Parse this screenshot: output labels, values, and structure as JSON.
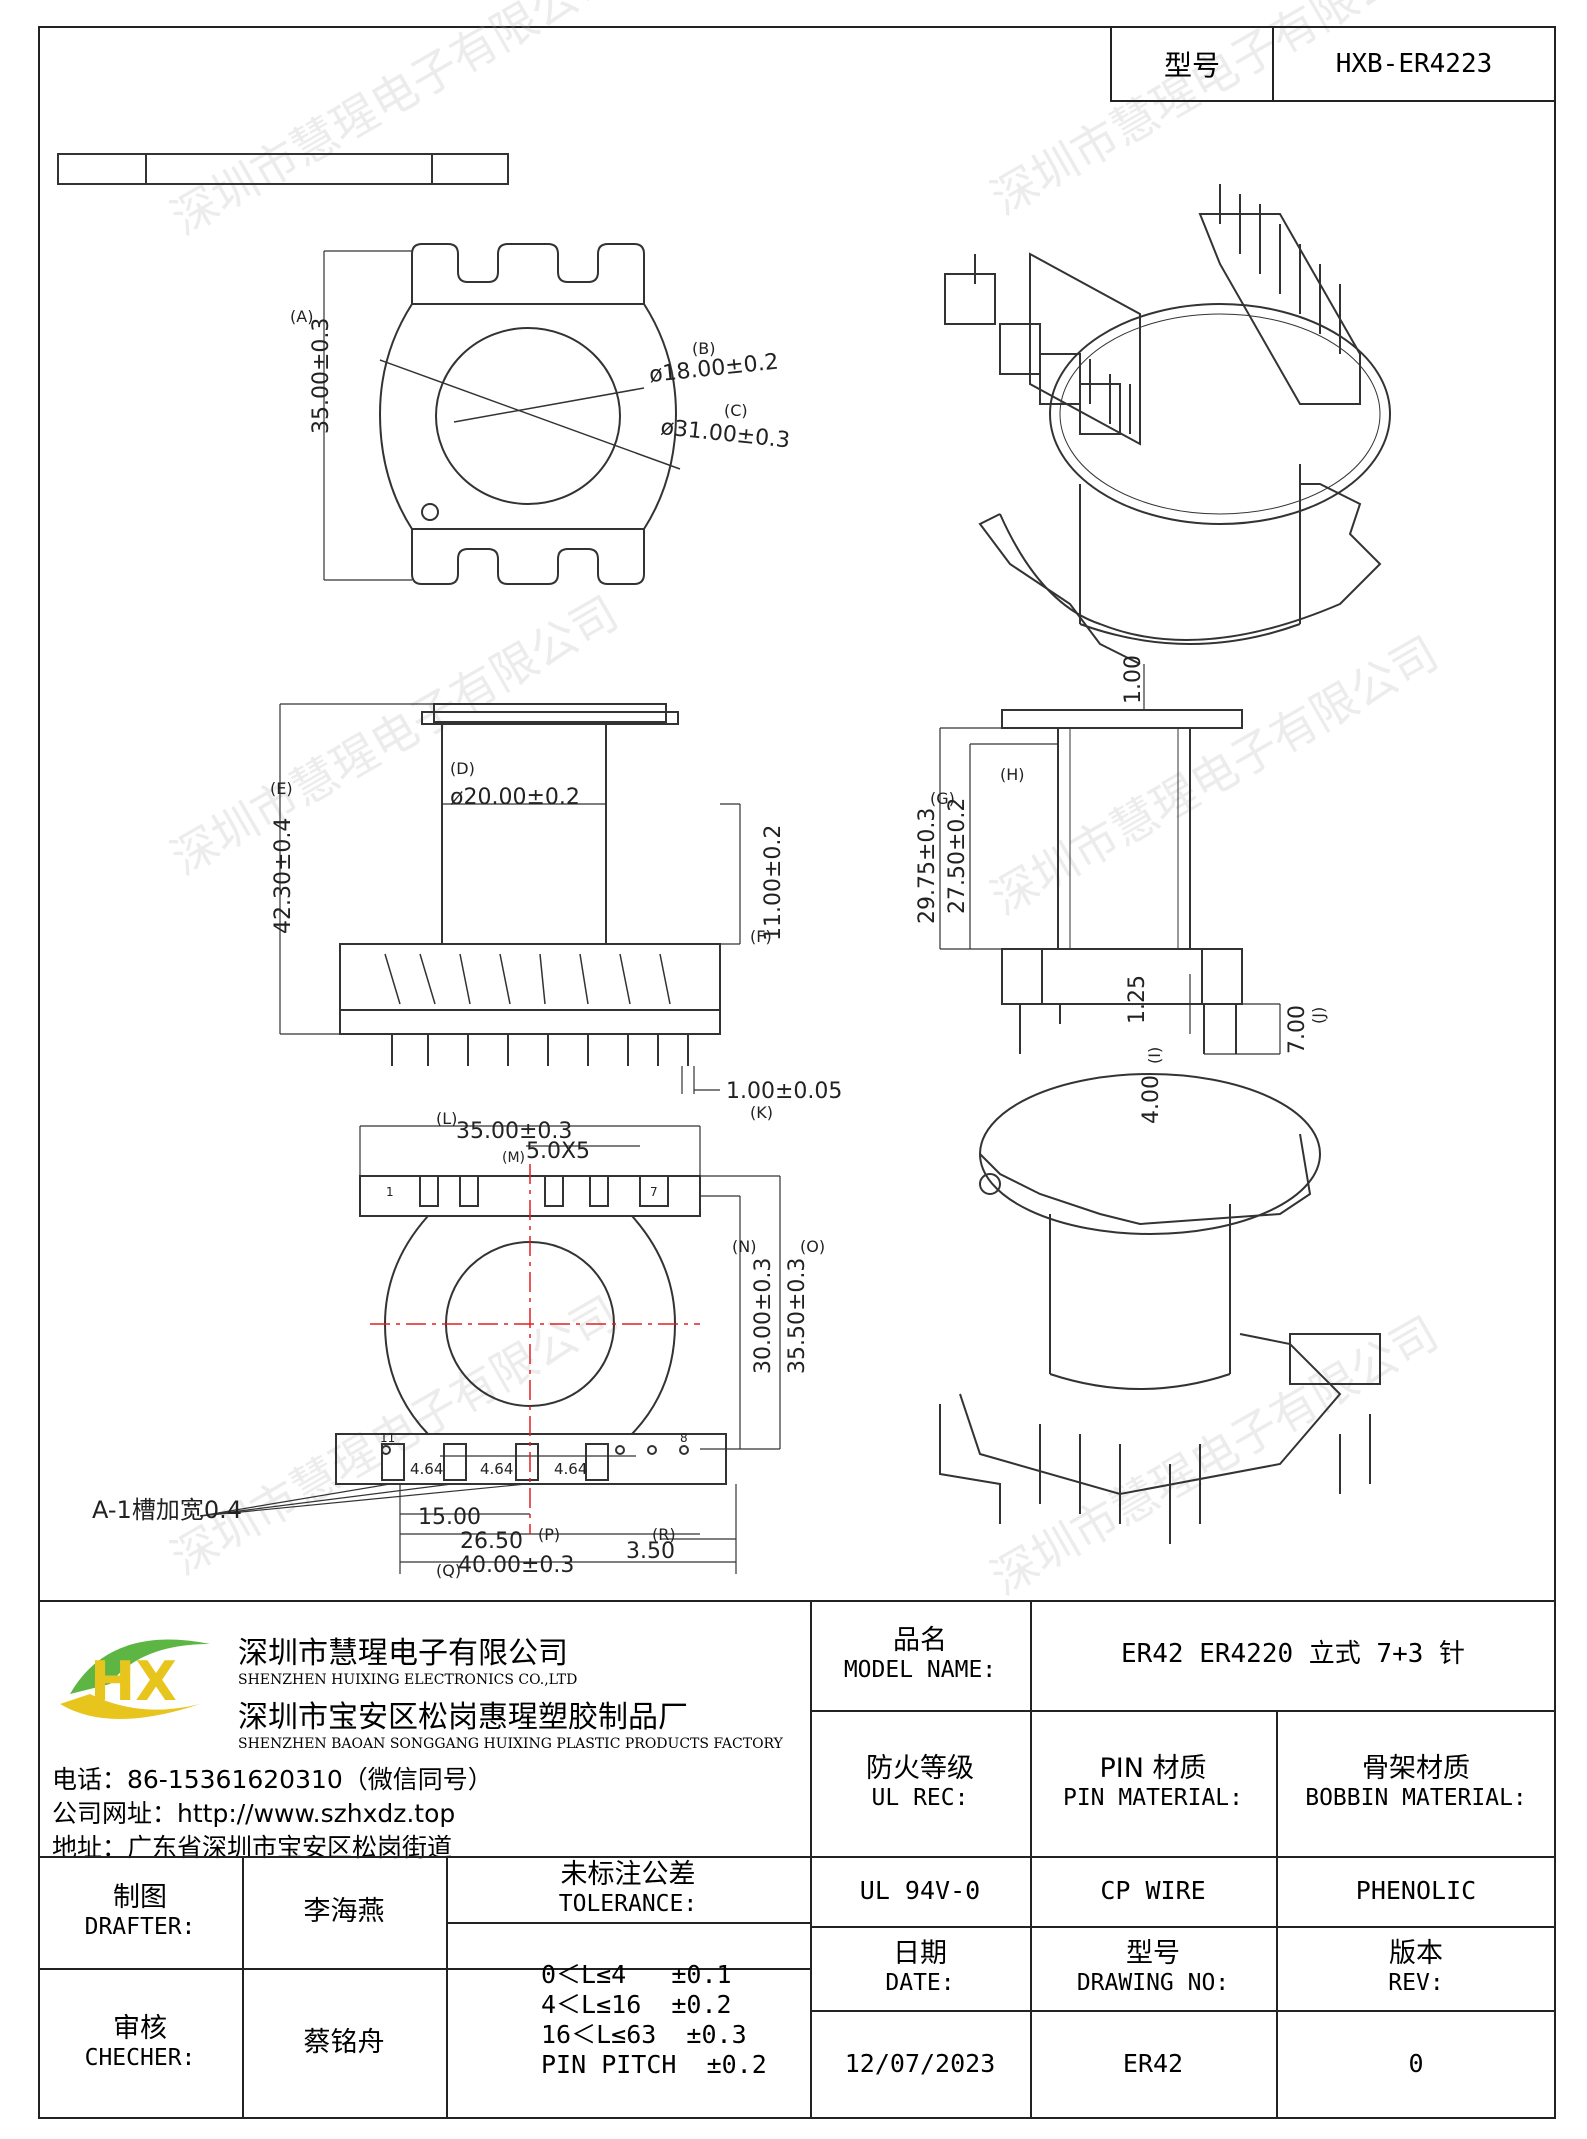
{
  "header": {
    "model_label": "型号",
    "model_value": "HXB-ER4223"
  },
  "watermark": "深圳市慧瑆电子有限公司",
  "dims": {
    "A": "(A)",
    "A_val": "35.00±0.3",
    "B": "(B)",
    "B_val": "ø18.00±0.2",
    "C": "(C)",
    "C_val": "ø31.00±0.3",
    "D": "(D)",
    "D_val": "ø20.00±0.2",
    "E": "(E)",
    "E_val": "42.30±0.4",
    "F": "(F)",
    "F_val": "11.00±0.2",
    "K": "(K)",
    "K_val": "1.00±0.05",
    "G": "(G)",
    "G_val": "29.75±0.3",
    "H": "(H)",
    "H_val": "27.50±0.2",
    "top_val": "1.00",
    "I": "(I)",
    "I_val": "4.00",
    "i2_val": "1.25",
    "J": "(J)",
    "J_val": "7.00",
    "L": "(L)",
    "L_val": "35.00±0.3",
    "M": "(M)",
    "M_val": "5.0X5",
    "N": "(N)",
    "N_val": "30.00±0.3",
    "O": "(O)",
    "O_val": "35.50±0.3",
    "pitch1": "4.64",
    "pitch2": "4.64",
    "pitch3": "4.64",
    "P": "(P)",
    "P_val": "26.50",
    "p15": "15.00",
    "Q": "(Q)",
    "Q_val": "40.00±0.3",
    "R": "(R)",
    "R_val": "3.50",
    "slot_note": "A-1槽加宽0.4",
    "pin1": "1",
    "pin7": "7",
    "pin8": "8",
    "pin11": "11"
  },
  "company": {
    "logo_text": "HX",
    "name1_zh": "深圳市慧瑆电子有限公司",
    "name1_en": "SHENZHEN HUIXING ELECTRONICS CO.,LTD",
    "name2_zh": "深圳市宝安区松岗惠瑆塑胶制品厂",
    "name2_en": "SHENZHEN BAOAN SONGGANG HUIXING PLASTIC PRODUCTS FACTORY",
    "phone": "电话：86-15361620310（微信同号）",
    "website": "公司网址：http://www.szhxdz.top",
    "address": "地址：广东省深圳市宝安区松岗街道"
  },
  "titleblock": {
    "product_zh": "品名",
    "product_en": "MODEL NAME:",
    "product_value": "ER42 ER4220 立式 7+3 针",
    "fire_zh": "防火等级",
    "fire_en": "UL REC:",
    "pin_zh": "PIN 材质",
    "pin_en": "PIN MATERIAL:",
    "bobbin_zh": "骨架材质",
    "bobbin_en": "BOBBIN MATERIAL:",
    "drafter_zh": "制图",
    "drafter_en": "DRAFTER:",
    "drafter_name": "李海燕",
    "tol_zh": "未标注公差",
    "tol_en": "TOLERANCE:",
    "tol_lines": [
      "0＜L≤4   ±0.1",
      "4＜L≤16  ±0.2",
      "16＜L≤63  ±0.3",
      "PIN PITCH  ±0.2"
    ],
    "ul_value": "UL 94V-0",
    "pin_value": "CP WIRE",
    "bobbin_value": "PHENOLIC",
    "date_zh": "日期",
    "date_en": "DATE:",
    "drawno_zh": "型号",
    "drawno_en": "DRAWING NO:",
    "rev_zh": "版本",
    "rev_en": "REV:",
    "checker_zh": "审核",
    "checker_en": "CHECHER:",
    "checker_name": "蔡铭舟",
    "date_value": "12/07/2023",
    "drawno_value": "ER42",
    "rev_value": "0"
  },
  "colors": {
    "logo_green": "#5db544",
    "logo_yellow": "#e8c51d",
    "centerline": "#e02020"
  }
}
